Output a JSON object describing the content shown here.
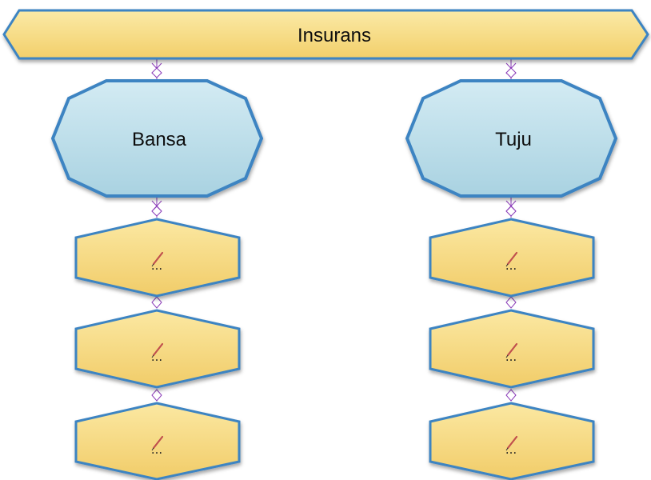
{
  "diagram": {
    "root": {
      "label": "Insurans"
    },
    "branches": [
      {
        "label": "Bansa",
        "leaves": [
          {
            "text": "..."
          },
          {
            "text": "..."
          },
          {
            "text": "..."
          }
        ]
      },
      {
        "label": "Tuju",
        "leaves": [
          {
            "text": "..."
          },
          {
            "text": "..."
          },
          {
            "text": "..."
          }
        ]
      }
    ]
  },
  "icons": {
    "leaf_icon": "pencil-icon",
    "connector_icon": "link-diamond-icon"
  },
  "colors": {
    "stroke": "#3d84c2",
    "root_fill_top": "#fbeaa6",
    "root_fill_bottom": "#f2cf6a",
    "branch_fill_top": "#d3ebf3",
    "branch_fill_bottom": "#a9d2e1",
    "leaf_fill_top": "#fbe8a2",
    "leaf_fill_bottom": "#f1cc68",
    "connector": "#8a3ab8",
    "pencil": "#c0504d"
  }
}
